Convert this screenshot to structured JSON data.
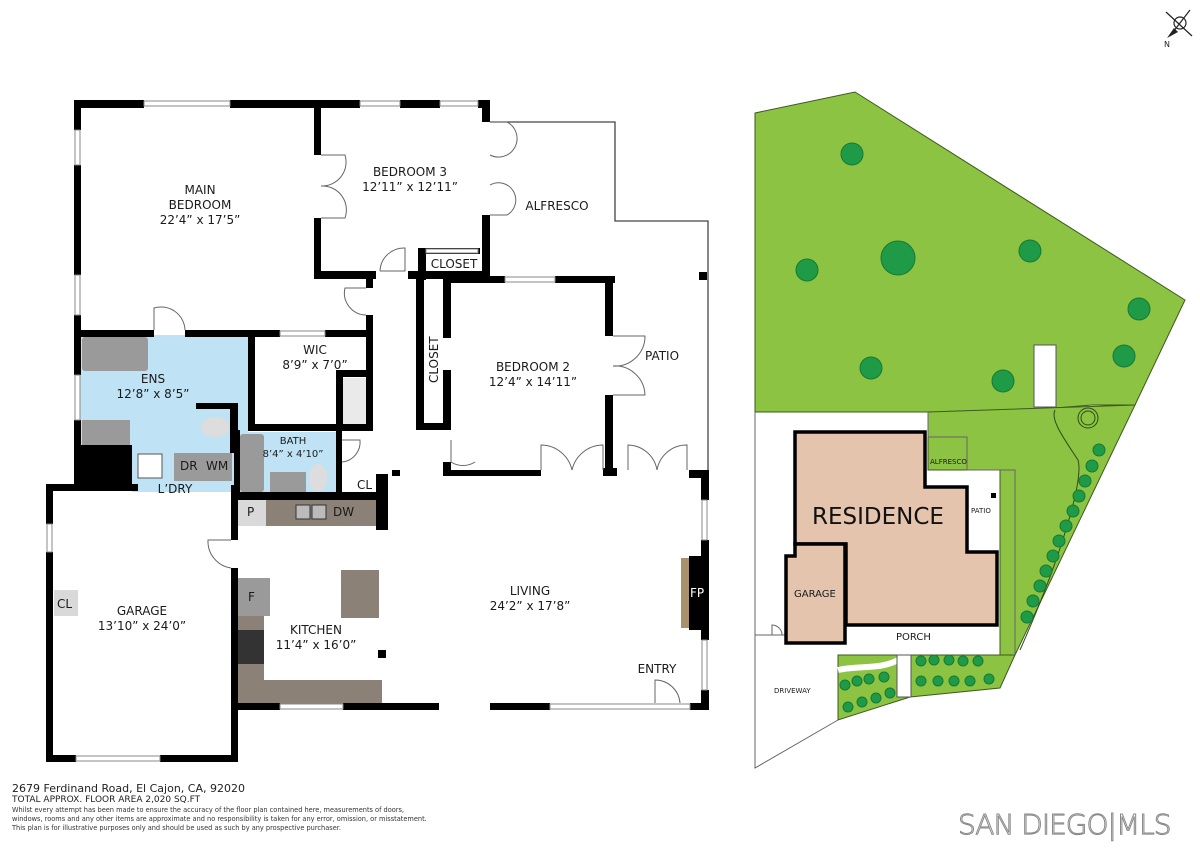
{
  "floor_plan": {
    "rooms": [
      {
        "id": "main-bedroom",
        "name": "MAIN\nBEDROOM",
        "name_line1": "MAIN",
        "name_line2": "BEDROOM",
        "dims": "22’4” x 17’5”"
      },
      {
        "id": "bedroom-3",
        "name": "BEDROOM 3",
        "dims": "12’11” x 12’11”"
      },
      {
        "id": "alfresco",
        "name": "ALFRESCO"
      },
      {
        "id": "closet-top",
        "name": "CLOSET"
      },
      {
        "id": "closet-vertical",
        "name": "CLOSET"
      },
      {
        "id": "bedroom-2",
        "name": "BEDROOM 2",
        "dims": "12’4” x 14’11”"
      },
      {
        "id": "patio",
        "name": "PATIO"
      },
      {
        "id": "wic",
        "name": "WIC",
        "dims": "8’9” x 7’0”"
      },
      {
        "id": "ens",
        "name": "ENS",
        "dims": "12’8” x 8’5”"
      },
      {
        "id": "bath",
        "name": "BATH",
        "dims": "8’4” x 4’10”"
      },
      {
        "id": "laundry",
        "name": "L’DRY"
      },
      {
        "id": "garage",
        "name": "GARAGE",
        "dims": "13’10” x 24’0”"
      },
      {
        "id": "kitchen",
        "name": "KITCHEN",
        "dims": "11’4” x 16’0”"
      },
      {
        "id": "living",
        "name": "LIVING",
        "dims": "24’2” x 17’8”"
      },
      {
        "id": "entry",
        "name": "ENTRY"
      }
    ],
    "fixtures": {
      "dryer": "DR",
      "washing_machine": "WM",
      "closet_hall": "CL",
      "closet_garage": "CL",
      "pantry": "P",
      "dishwasher": "DW",
      "fridge": "F",
      "fireplace": "FP"
    }
  },
  "site_plan": {
    "residence": "RESIDENCE",
    "garage": "GARAGE",
    "alfresco": "ALFRESCO",
    "patio": "PATIO",
    "porch": "PORCH",
    "driveway": "DRIVEWAY"
  },
  "compass": {
    "label": "N"
  },
  "footer": {
    "address": "2679 Ferdinand Road, El Cajon, CA, 92020",
    "area": "TOTAL APPROX. FLOOR AREA 2,020 SQ.FT",
    "disclaimer_line1": "Whilst every attempt has been made to ensure the accuracy of the floor plan contained here, measurements of doors,",
    "disclaimer_line2": "windows, rooms and any other items are approximate and no responsibility is taken for any error, omission, or misstatement.",
    "disclaimer_line3": "This plan is for illustrative purposes only and should be used as such by any prospective purchaser."
  },
  "brand": {
    "logo_text": "SAN DIEGO|MLS"
  },
  "colors": {
    "wall": "#000000",
    "wet_area": "#bfe3f5",
    "counter": "#8b8177",
    "appliance": "#9a9a9a",
    "lawn": "#8cc342",
    "tree": "#1f9a46",
    "residence_fill": "#e5c4ad"
  }
}
